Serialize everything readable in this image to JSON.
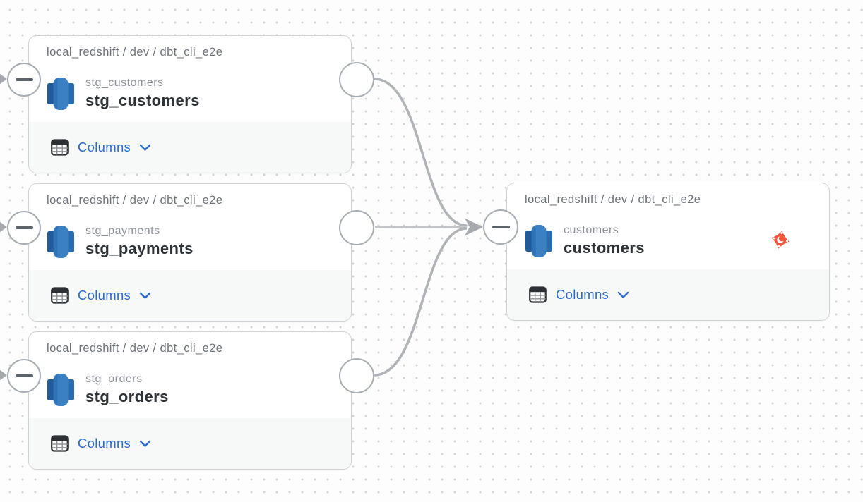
{
  "app": {
    "title": "Data lineage graph"
  },
  "colors": {
    "background": "#fdfdfd",
    "grid_dot": "#d2d2d2",
    "card_border": "#ced1d6",
    "card_bg": "#ffffff",
    "footer_bg": "#f7f8f8",
    "breadcrumb_text": "#6e737b",
    "subtitle_text": "#8d9199",
    "title_text": "#2e3338",
    "link_blue": "#2a6bd0",
    "edge_gray": "#b0b3b8",
    "port_border": "#a7adb4",
    "minus_gray": "#5d646c",
    "dbt_orange": "#f4573f",
    "redshift_dark": "#205b97",
    "redshift_mid": "#2e73b8",
    "redshift_light": "#3c80c4"
  },
  "icons": {
    "source": "redshift-icon",
    "columns": "table-icon",
    "expand": "chevron-down-icon",
    "collapse": "minus-icon",
    "badge": "dbt-icon",
    "edge_end": "arrowhead-icon"
  },
  "nodes": [
    {
      "breadcrumb": "local_redshift / dev / dbt_cli_e2e",
      "subtitle": "stg_customers",
      "title": "stg_customers",
      "columns_label": "Columns"
    },
    {
      "breadcrumb": "local_redshift / dev / dbt_cli_e2e",
      "subtitle": "stg_payments",
      "title": "stg_payments",
      "columns_label": "Columns"
    },
    {
      "breadcrumb": "local_redshift / dev / dbt_cli_e2e",
      "subtitle": "stg_orders",
      "title": "stg_orders",
      "columns_label": "Columns"
    },
    {
      "breadcrumb": "local_redshift / dev / dbt_cli_e2e",
      "subtitle": "customers",
      "title": "customers",
      "columns_label": "Columns"
    }
  ],
  "edges": [
    {
      "from": "stg_customers",
      "to": "customers"
    },
    {
      "from": "stg_payments",
      "to": "customers"
    },
    {
      "from": "stg_orders",
      "to": "customers"
    }
  ]
}
